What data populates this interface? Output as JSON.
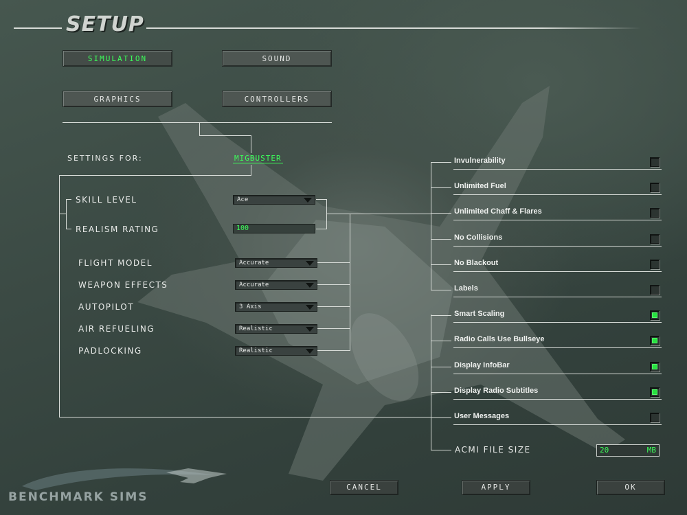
{
  "title": "SETUP",
  "tabs": [
    {
      "label": "Simulation",
      "active": true
    },
    {
      "label": "Sound",
      "active": false
    },
    {
      "label": "Graphics",
      "active": false
    },
    {
      "label": "Controllers",
      "active": false
    }
  ],
  "settings_for": {
    "label": "Settings For:",
    "pilot": "MiGbuster"
  },
  "skill_level": {
    "label": "Skill Level",
    "value": "Ace"
  },
  "realism_rating": {
    "label": "Realism Rating",
    "value": "100"
  },
  "dropdowns": [
    {
      "label": "Flight Model",
      "value": "Accurate"
    },
    {
      "label": "Weapon Effects",
      "value": "Accurate"
    },
    {
      "label": "Autopilot",
      "value": "3 Axis"
    },
    {
      "label": "Air Refueling",
      "value": "Realistic"
    },
    {
      "label": "Padlocking",
      "value": "Realistic"
    }
  ],
  "options": [
    {
      "label": "Invulnerability",
      "checked": false
    },
    {
      "label": "Unlimited Fuel",
      "checked": false
    },
    {
      "label": "Unlimited Chaff & Flares",
      "checked": false
    },
    {
      "label": "No Collisions",
      "checked": false
    },
    {
      "label": "No Blackout",
      "checked": false
    },
    {
      "label": "Labels",
      "checked": false
    },
    {
      "label": "Smart Scaling",
      "checked": true
    },
    {
      "label": "Radio Calls Use Bullseye",
      "checked": true
    },
    {
      "label": "Display InfoBar",
      "checked": true
    },
    {
      "label": "Display Radio Subtitles",
      "checked": true
    },
    {
      "label": "User Messages",
      "checked": false
    }
  ],
  "acmi": {
    "label": "ACMI File Size",
    "value": "20",
    "unit": "MB"
  },
  "buttons": {
    "cancel": "Cancel",
    "apply": "Apply",
    "ok": "Ok"
  },
  "logo": {
    "text": "BENCHMARK SIMS"
  },
  "colors": {
    "accent": "#3cff5a",
    "checkbox_on": "#28e040",
    "text": "#e8eae8"
  }
}
